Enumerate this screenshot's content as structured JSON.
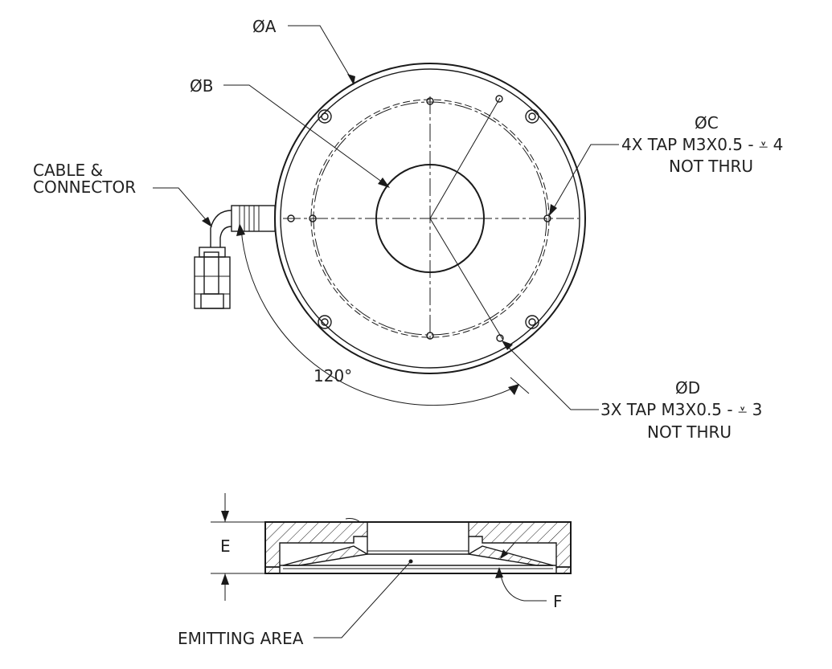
{
  "labels": {
    "dia_a": "ØA",
    "dia_b": "ØB",
    "dia_c": "ØC",
    "tap_c_line1": "4X TAP M3X0.5 - ⩡ 4",
    "tap_c_line2": "NOT THRU",
    "dia_d": "ØD",
    "tap_d_line1": "3X TAP M3X0.5 - ⩡ 3",
    "tap_d_line2": "NOT THRU",
    "cable_line1": "CABLE &",
    "cable_line2": "CONNECTOR",
    "angle": "120°",
    "dim_e": "E",
    "dim_f": "F",
    "emitting_area": "EMITTING AREA"
  }
}
